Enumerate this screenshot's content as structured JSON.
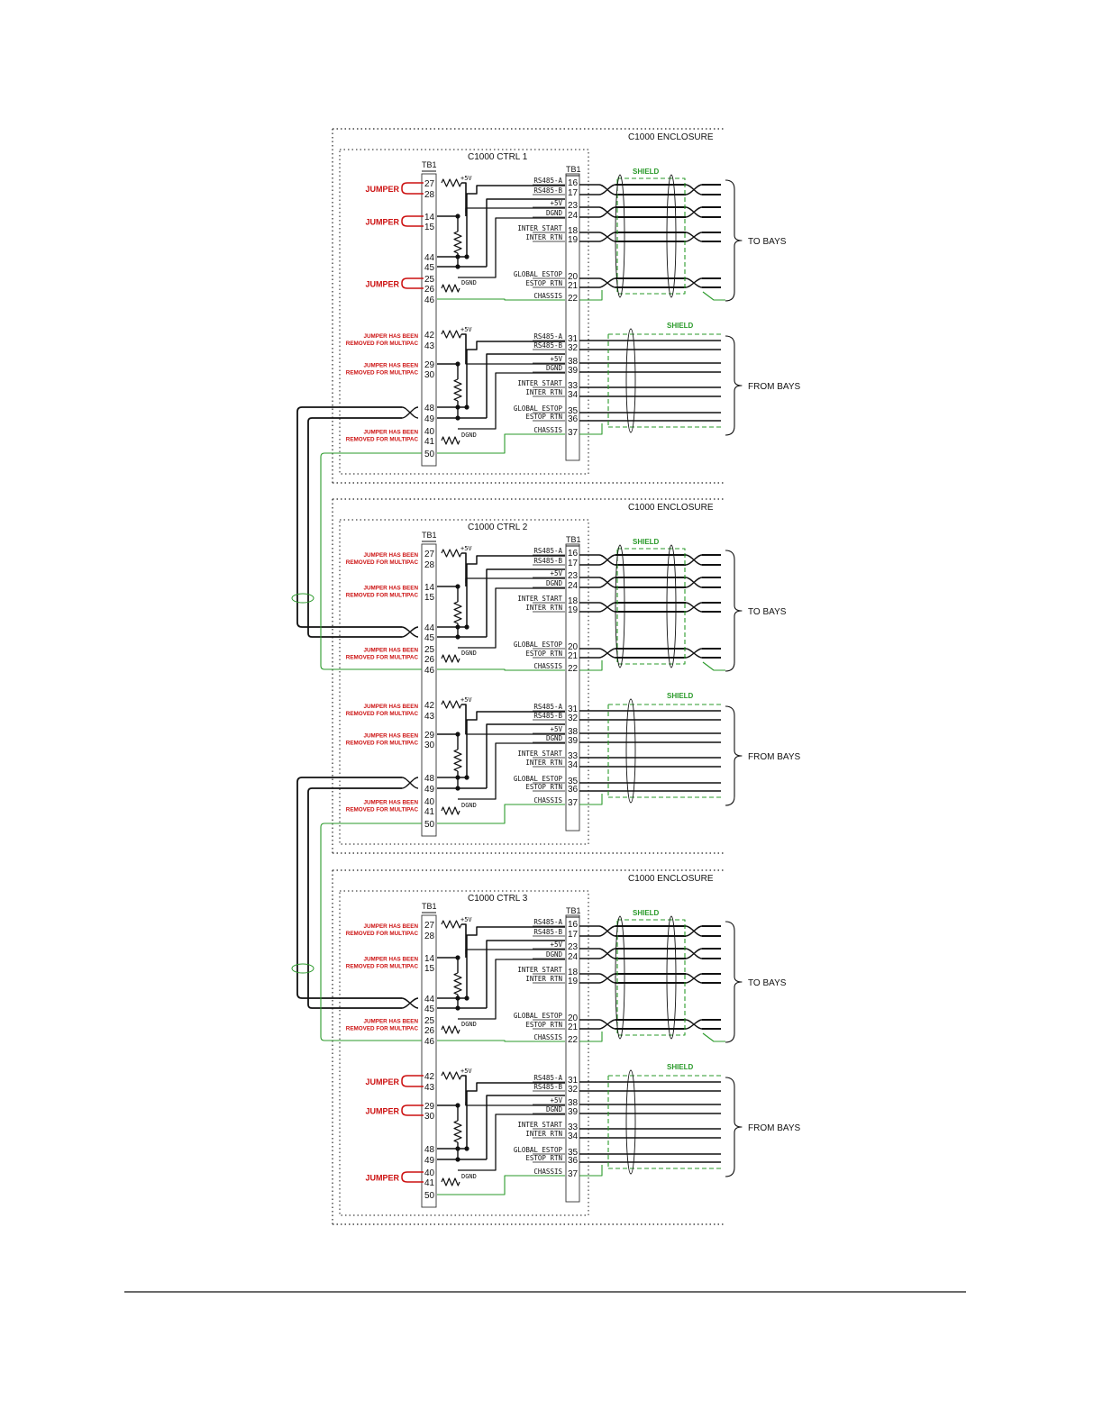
{
  "colors": {
    "jumper_red": "#cc1111",
    "shield_green": "#2a9a2a",
    "line": "#111111",
    "enclosure_dots": "#444444"
  },
  "enclosure_label": "C1000 ENCLOSURE",
  "tb_label": "TB1",
  "labels": {
    "jumper": "JUMPER",
    "removed_line1": "JUMPER HAS BEEN",
    "removed_line2": "REMOVED FOR MULTIPAC",
    "plus5v": "+5V",
    "dgnd": "DGND",
    "shield": "SHIELD",
    "to_bays": "TO BAYS",
    "from_bays": "FROM BAYS"
  },
  "controllers": [
    {
      "title": "C1000 CTRL 1",
      "top_jumper_mode": "jumper",
      "bottom_jumper_mode": "removed"
    },
    {
      "title": "C1000 CTRL 2",
      "top_jumper_mode": "removed",
      "bottom_jumper_mode": "removed"
    },
    {
      "title": "C1000 CTRL 3",
      "top_jumper_mode": "removed",
      "bottom_jumper_mode": "jumper"
    }
  ],
  "top_group": {
    "left_terminals": [
      "27",
      "28",
      "14",
      "15",
      "44",
      "45",
      "25",
      "26",
      "46"
    ],
    "right_terminals": [
      "16",
      "17",
      "23",
      "24",
      "18",
      "19",
      "20",
      "21",
      "22"
    ],
    "signals": [
      "RS485-A",
      "RS485-B",
      "+5V",
      "DGND",
      "INTER START",
      "INTER RTN",
      "GLOBAL ESTOP",
      "ESTOP RTN",
      "CHASSIS"
    ]
  },
  "bottom_group": {
    "left_terminals": [
      "42",
      "43",
      "29",
      "30",
      "48",
      "49",
      "40",
      "41",
      "50"
    ],
    "right_terminals": [
      "31",
      "32",
      "38",
      "39",
      "33",
      "34",
      "35",
      "36",
      "37"
    ],
    "signals": [
      "RS485-A",
      "RS485-B",
      "+5V",
      "DGND",
      "INTER START",
      "INTER RTN",
      "GLOBAL ESTOP",
      "ESTOP RTN",
      "CHASSIS"
    ]
  }
}
